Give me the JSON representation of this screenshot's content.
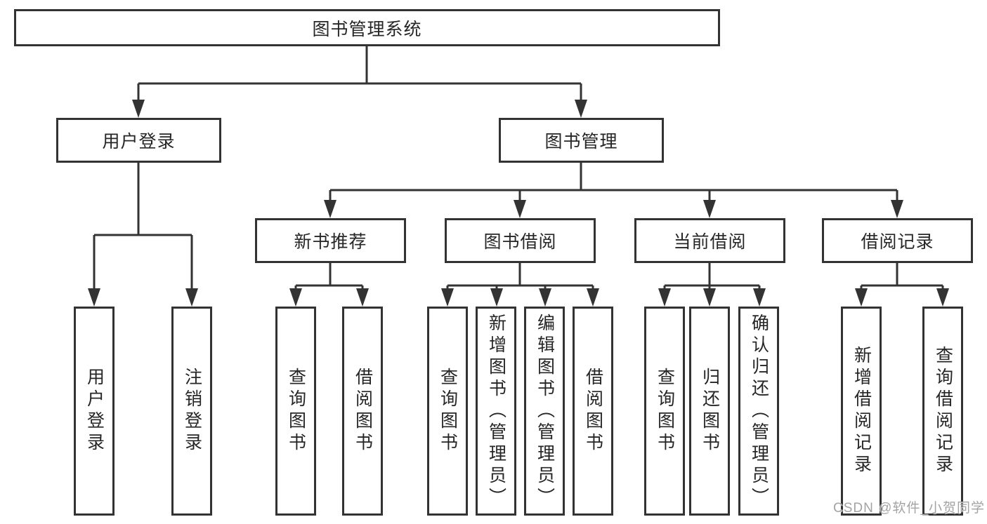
{
  "tree": {
    "root": {
      "label": "图书管理系统"
    },
    "branches": [
      {
        "label": "用户登录",
        "children": [
          {
            "label": "用户登录"
          },
          {
            "label": "注销登录"
          }
        ]
      },
      {
        "label": "图书管理",
        "children": [
          {
            "label": "新书推荐",
            "children": [
              {
                "label": "查询图书"
              },
              {
                "label": "借阅图书"
              }
            ]
          },
          {
            "label": "图书借阅",
            "children": [
              {
                "label": "查询图书"
              },
              {
                "label": "新增图书（管理员）"
              },
              {
                "label": "编辑图书（管理员）"
              },
              {
                "label": "借阅图书"
              }
            ]
          },
          {
            "label": "当前借阅",
            "children": [
              {
                "label": "查询图书"
              },
              {
                "label": "归还图书"
              },
              {
                "label": "确认归还（管理员）"
              }
            ]
          },
          {
            "label": "借阅记录",
            "children": [
              {
                "label": "新增借阅记录"
              },
              {
                "label": "查询借阅记录"
              }
            ]
          }
        ]
      }
    ]
  },
  "watermark": {
    "text": "CSDN @软件_小贺同学"
  },
  "colors": {
    "line": "#333333",
    "text": "#262626",
    "box_background": "#ffffff",
    "watermark": "#a3a3a3"
  }
}
